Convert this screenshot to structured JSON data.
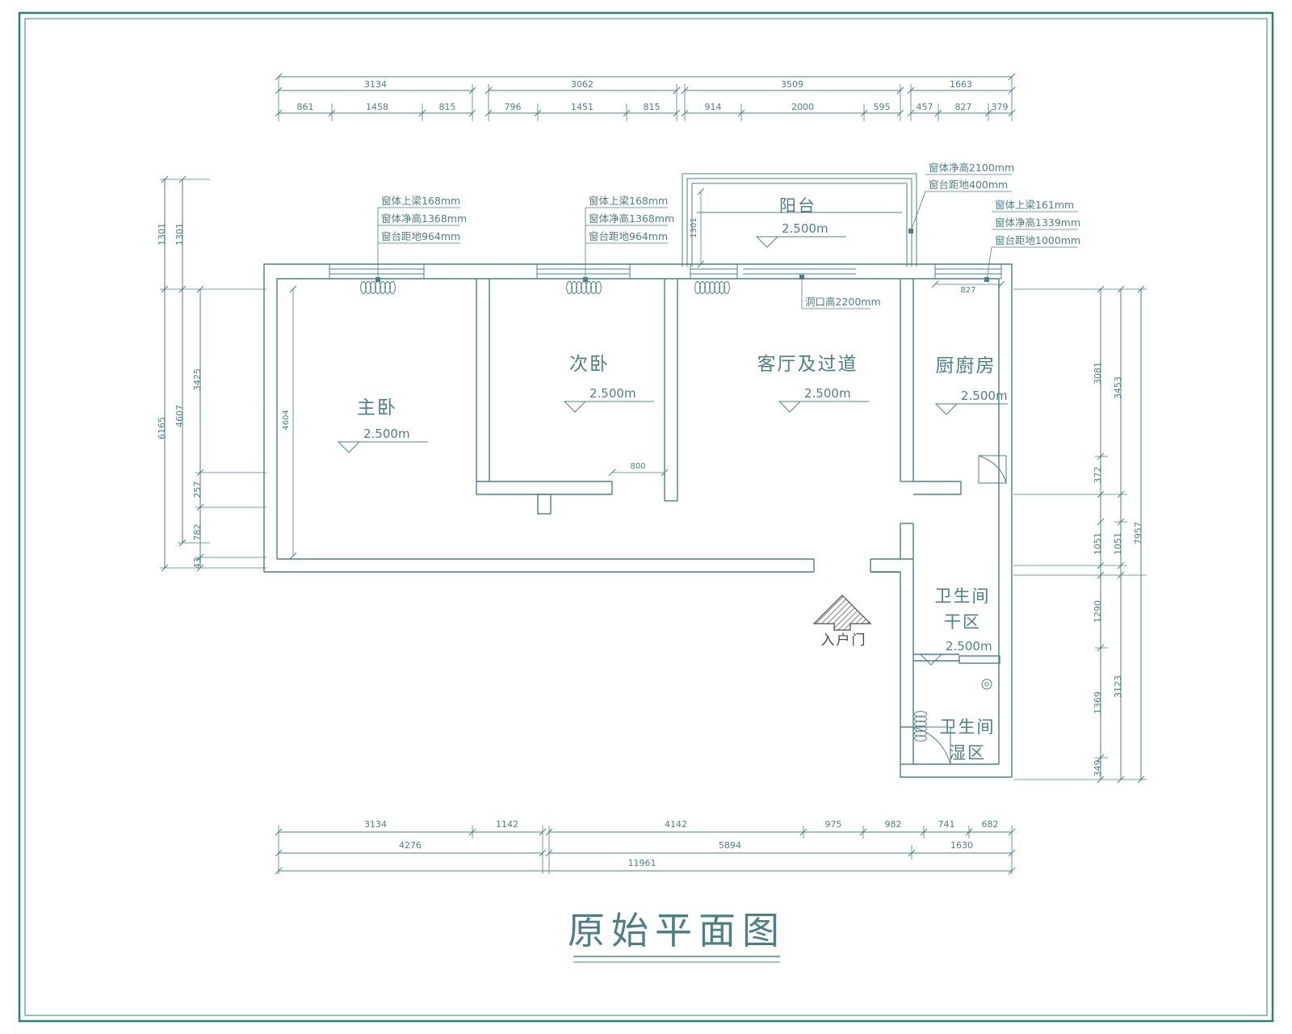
{
  "title": "原始平面图",
  "colors": {
    "line": "#4e7f87",
    "frame": "#2e8077",
    "dark": "#4a4a4a"
  },
  "entry": {
    "label": "入户门"
  },
  "rooms": {
    "master": {
      "name": "主卧",
      "level": "2.500m"
    },
    "second": {
      "name": "次卧",
      "level": "2.500m"
    },
    "living": {
      "name": "客厅及过道",
      "level": "2.500m"
    },
    "kitchen": {
      "name": "厨廚房",
      "level": "2.500m"
    },
    "balcony": {
      "name": "阳台",
      "level": "2.500m"
    },
    "bath_dry": {
      "name1": "卫生间",
      "name2": "干区",
      "level": "2.500m"
    },
    "bath_wet": {
      "name1": "卫生间",
      "name2": "湿区"
    }
  },
  "ann": {
    "master": [
      "窗体上梁168mm",
      "窗体净高1368mm",
      "窗台距地964mm"
    ],
    "second": [
      "窗体上梁168mm",
      "窗体净高1368mm",
      "窗台距地964mm"
    ],
    "balcony": [
      "窗体净高2100mm",
      "窗台距地400mm"
    ],
    "kitchen": [
      "窗体上梁161mm",
      "窗体净高1339mm",
      "窗台距地1000mm"
    ],
    "door": "洞口高2200mm"
  },
  "dims": {
    "top1": [
      "3134",
      "3062",
      "3509",
      "1663"
    ],
    "top2": [
      "861",
      "1458",
      "815",
      "796",
      "1451",
      "815",
      "914",
      "2000",
      "595",
      "457",
      "827",
      "379"
    ],
    "bottom1": [
      "3134",
      "1142",
      "4142",
      "975",
      "982",
      "741",
      "682"
    ],
    "bottom2": [
      "4276",
      "5894",
      "1630"
    ],
    "bottom3": [
      "11961"
    ],
    "left_outer": [
      "1301",
      "6165"
    ],
    "left_mid": [
      "1301",
      "4607"
    ],
    "left_inner": [
      "3425",
      "257",
      "782",
      "43"
    ],
    "right_inner": [
      "3081",
      "372",
      "1051",
      "1290",
      "1369",
      "349"
    ],
    "right_mid": [
      "3453",
      "1051",
      "3123"
    ],
    "right_outer": [
      "7957"
    ],
    "master_height": "4604",
    "door_width": "800",
    "kitchen_window": "827",
    "balcony_depth": "1301"
  }
}
